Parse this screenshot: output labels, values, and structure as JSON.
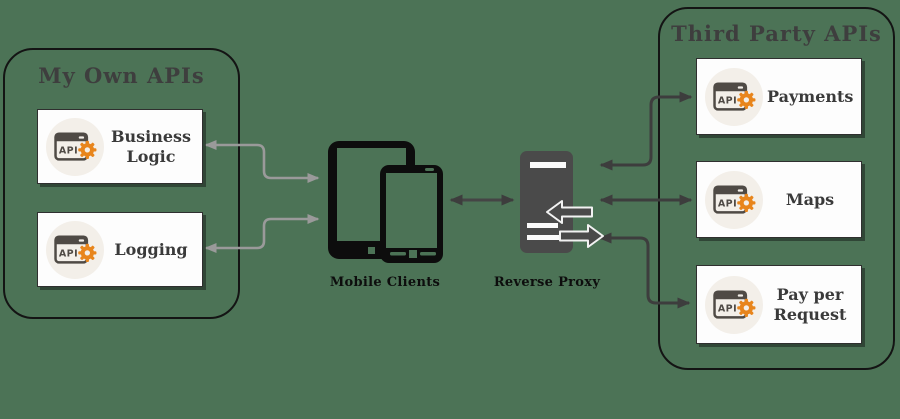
{
  "left_group": {
    "title": "My Own APIs",
    "items": [
      {
        "label": "Business Logic"
      },
      {
        "label": "Logging"
      }
    ]
  },
  "center": {
    "mobile_clients_label": "Mobile Clients",
    "reverse_proxy_label": "Reverse Proxy"
  },
  "right_group": {
    "title": "Third Party APIs",
    "items": [
      {
        "label": "Payments"
      },
      {
        "label": "Maps"
      },
      {
        "label": "Pay per Request"
      }
    ]
  },
  "icons": {
    "api_badge_text": "API"
  },
  "colors": {
    "background": "#4c7356",
    "card_background": "#fdfdfd",
    "icon_circle": "#f3efe9",
    "gear_orange": "#e8851c",
    "connector_gray": "#9a9a9a",
    "connector_dark": "#3d3d3d",
    "device_black": "#0d0d0d",
    "server_gray": "#4a4a4a",
    "title_text": "#3e3e3e"
  }
}
